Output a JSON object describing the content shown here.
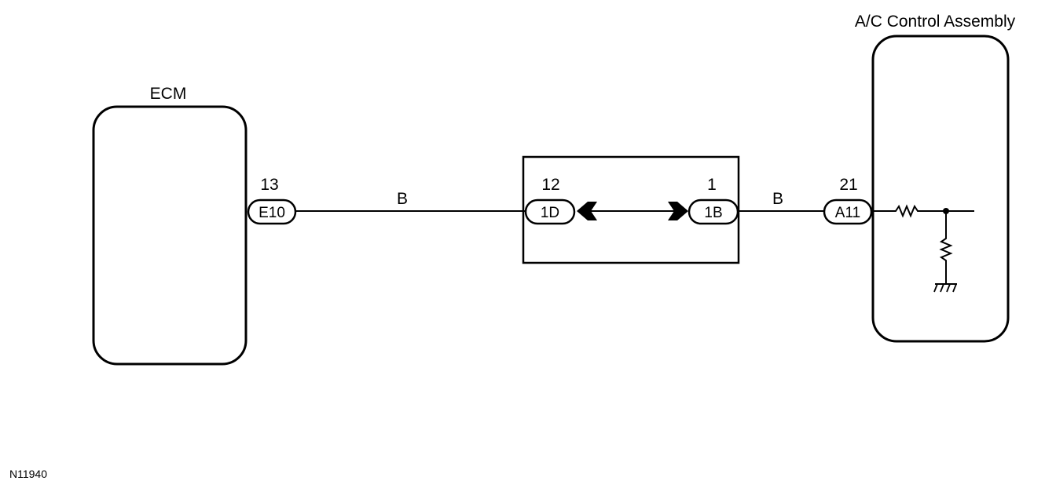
{
  "components": {
    "ecm": "ECM",
    "ac_control": "A/C Control Assembly"
  },
  "connectors": {
    "ecm_connector": "E10",
    "junction_left": "1D",
    "junction_right": "1B",
    "ac_connector": "A11"
  },
  "pins": {
    "ecm_pin": "13",
    "junction_left_pin": "12",
    "junction_right_pin": "1",
    "ac_pin": "21"
  },
  "wires": {
    "wire_left_color": "B",
    "wire_right_color": "B"
  },
  "figure_id": "N11940"
}
